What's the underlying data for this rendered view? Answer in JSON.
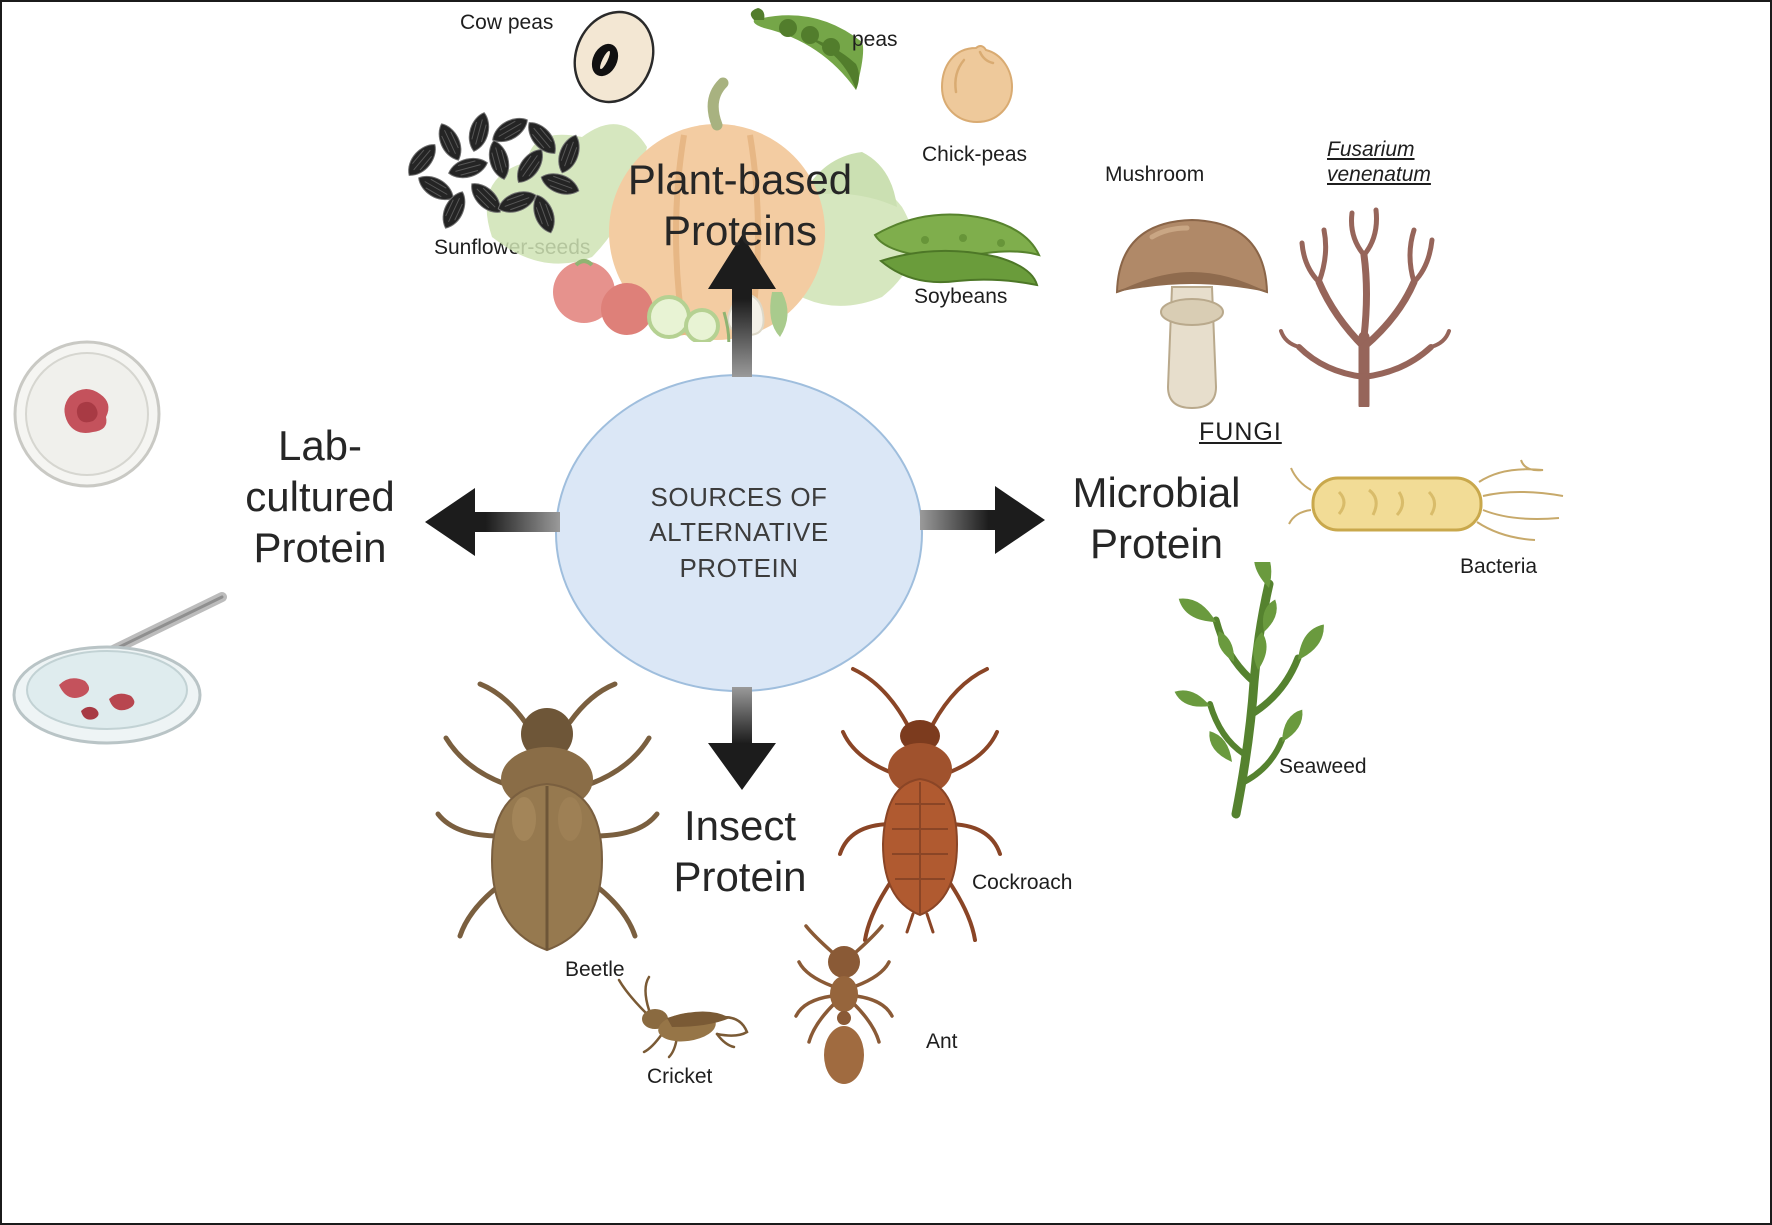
{
  "center": {
    "title": "SOURCES OF\nALTERNATIVE\nPROTEIN"
  },
  "branches": {
    "plant": {
      "title": "Plant-based\nProteins"
    },
    "lab": {
      "title": "Lab-\ncultured\nProtein"
    },
    "microbial": {
      "title": "Microbial\nProtein"
    },
    "insect": {
      "title": "Insect\nProtein"
    }
  },
  "plant_items": {
    "cow_peas": "Cow peas",
    "peas": "peas",
    "chick_peas": "Chick-peas",
    "sunflower_seeds": "Sunflower-seeds",
    "soybeans": "Soybeans"
  },
  "microbial_items": {
    "mushroom": "Mushroom",
    "fusarium": "Fusarium\nvenenatum",
    "fungi": "FUNGI",
    "bacteria": "Bacteria",
    "seaweed": "Seaweed"
  },
  "insect_items": {
    "beetle": "Beetle",
    "cockroach": "Cockroach",
    "cricket": "Cricket",
    "ant": "Ant"
  },
  "colors": {
    "center_fill": "#dbe7f6",
    "center_border": "#9fbedd",
    "arrow_dark": "#1c1c1c",
    "arrow_light": "#9a9a9a",
    "text": "#262626"
  }
}
